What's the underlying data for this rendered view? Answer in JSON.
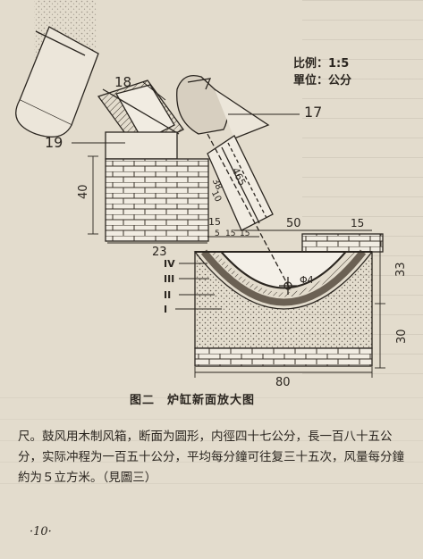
{
  "diagram": {
    "scale_label": "比例：1:5",
    "unit_label": "單位：公分",
    "part_labels": [
      "17",
      "18",
      "19"
    ],
    "dimensions": [
      "40",
      "23",
      "50",
      "15",
      "15",
      "5",
      "15",
      "15",
      "33",
      "30",
      "80",
      "465",
      "38",
      "10",
      "Φ4"
    ],
    "layer_labels": [
      "IV",
      "III",
      "II",
      "I"
    ]
  },
  "caption": "图二　炉缸新面放大图",
  "body_text": "尺。鼓风用木制风箱，断面为圆形，内徑四十七公分，長一百八十五公分，实际冲程为一百五十公分，平均每分鐘可往复三十五次，风量每分鐘約为５立方米。（見圖三）",
  "page_number": "·10·"
}
